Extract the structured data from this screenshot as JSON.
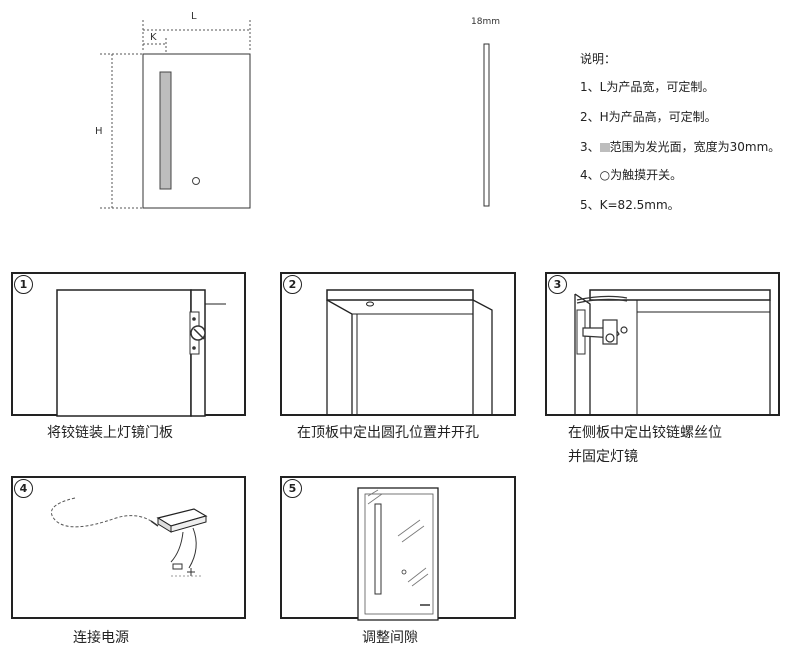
{
  "dimension_labels": {
    "width": "L",
    "knob_offset": "K",
    "height": "H",
    "thickness": "18mm"
  },
  "notes": {
    "title": "说明：",
    "items": [
      "1、L为产品宽，可定制。",
      "2、H为产品高，可定制。",
      "范围为发光面，宽度为30mm。",
      "4、○为触摸开关。",
      "5、K=82.5mm。"
    ],
    "item3_prefix": "3、"
  },
  "steps": [
    {
      "number": "1",
      "caption": "将铰链装上灯镜门板"
    },
    {
      "number": "2",
      "caption": "在顶板中定出圆孔位置并开孔"
    },
    {
      "number": "3",
      "caption_line1": "在侧板中定出铰链螺丝位",
      "caption_line2": "并固定灯镜"
    },
    {
      "number": "4",
      "caption": "连接电源"
    },
    {
      "number": "5",
      "caption": "调整间隙"
    }
  ],
  "colors": {
    "line": "#222222",
    "light_strip": "#bdbdbd",
    "dimension": "#555555"
  }
}
